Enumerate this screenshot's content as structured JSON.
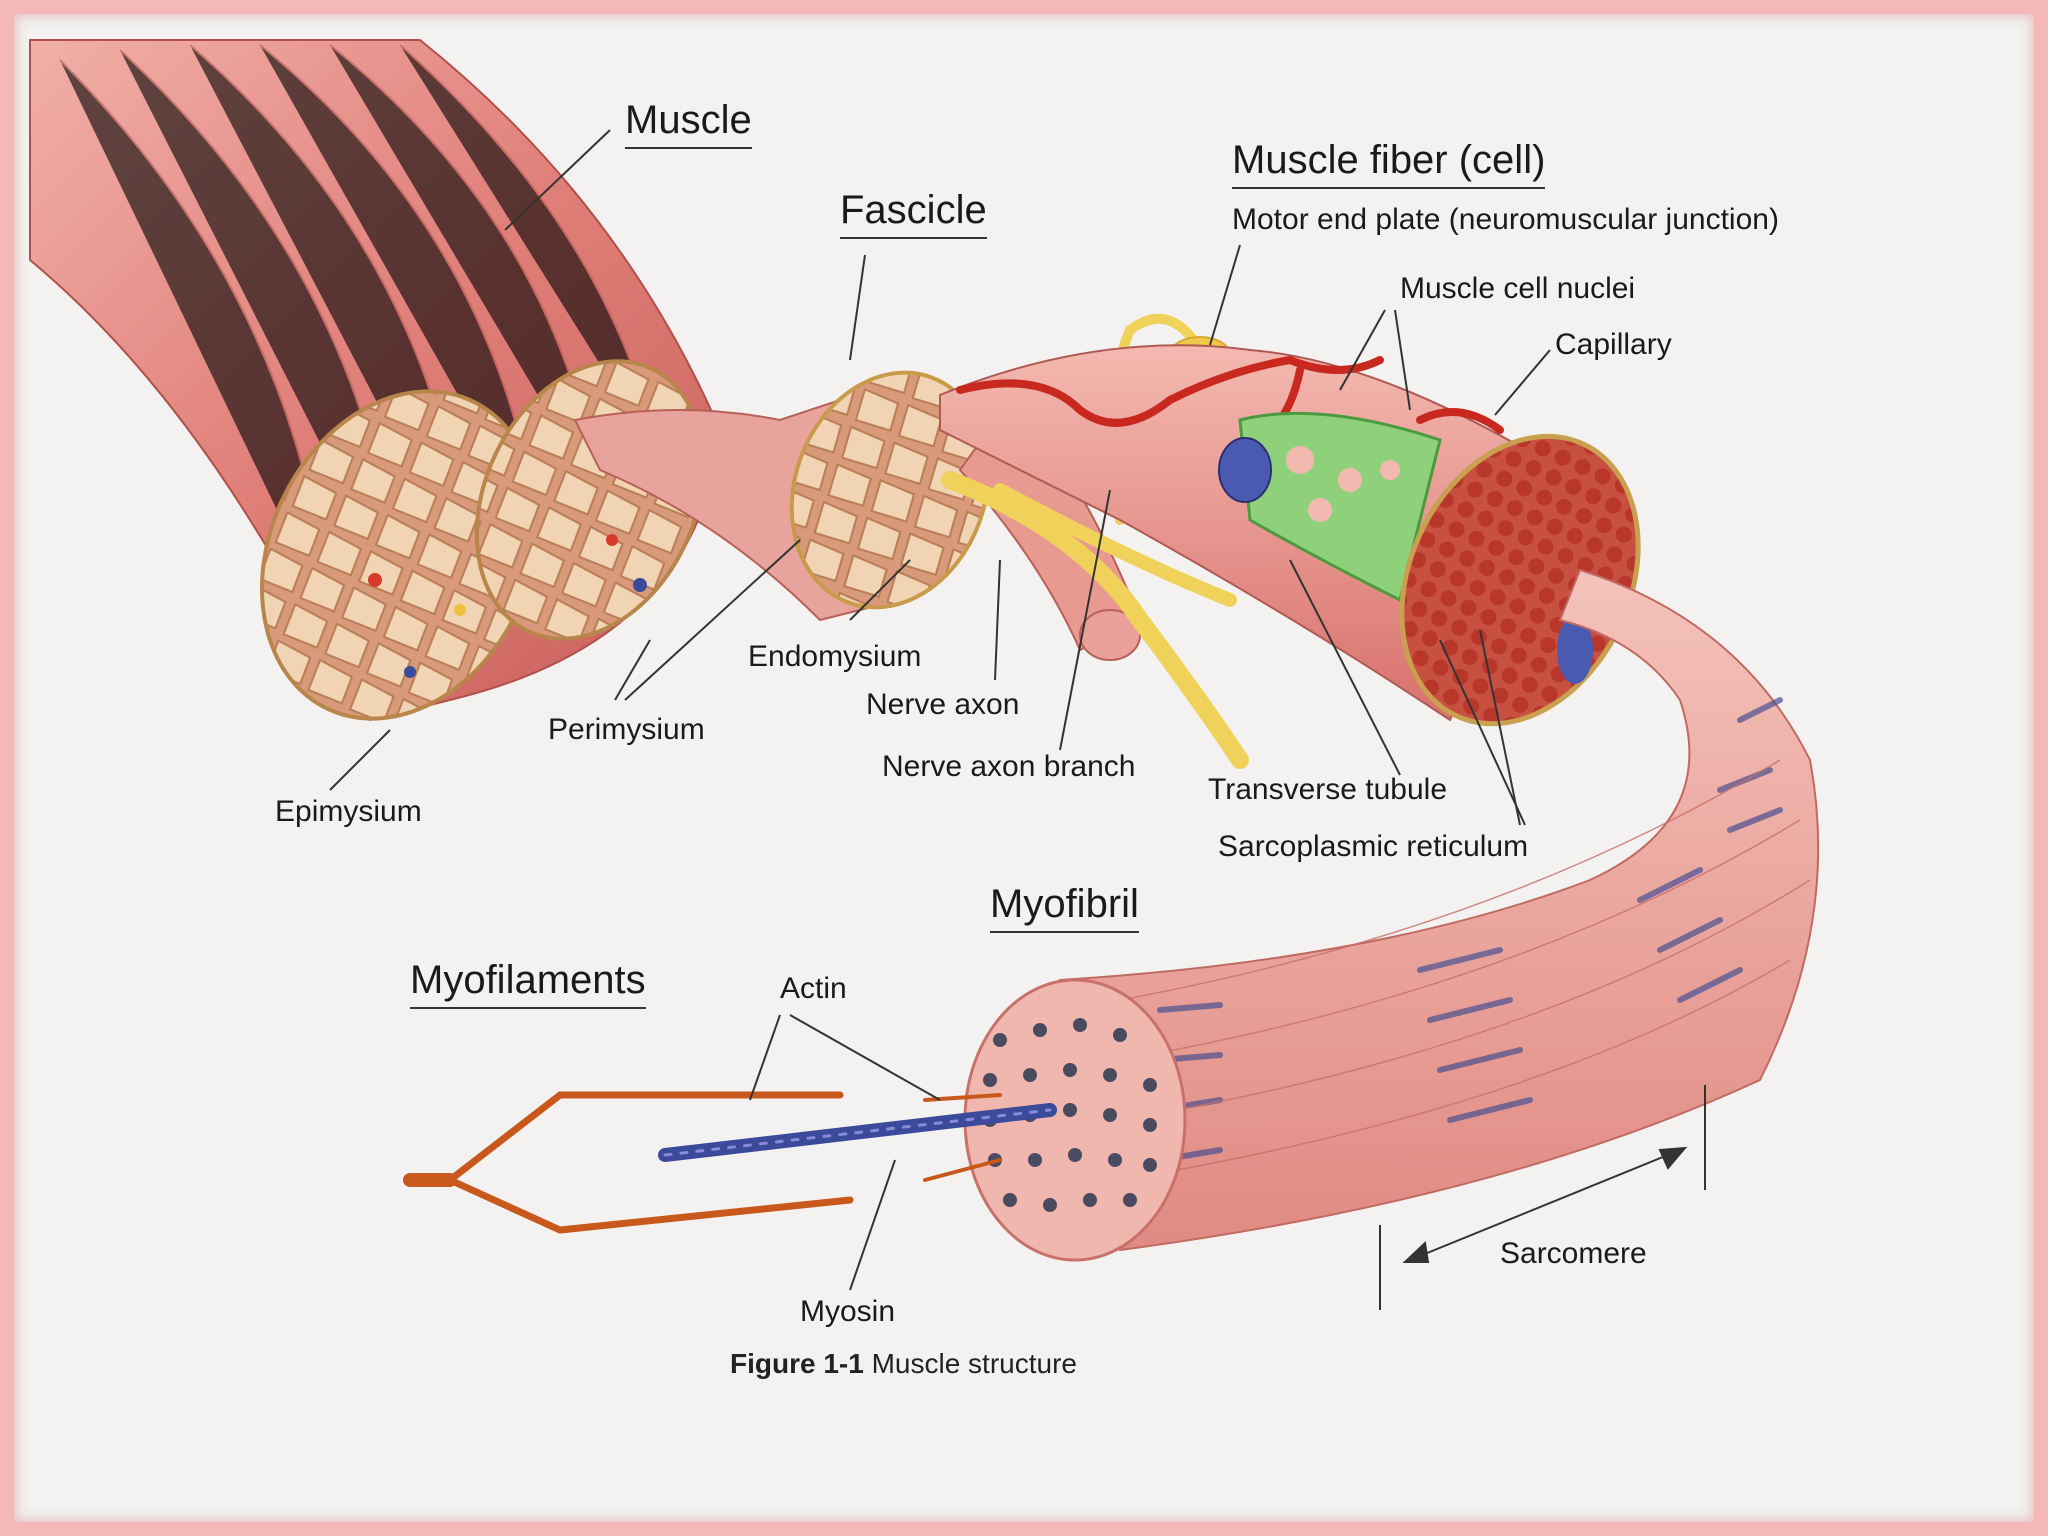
{
  "labels": {
    "muscle": "Muscle",
    "fascicle": "Fascicle",
    "muscle_fiber": "Muscle fiber (cell)",
    "motor_end_plate": "Motor end plate (neuromuscular junction)",
    "muscle_cell_nuclei": "Muscle cell nuclei",
    "capillary": "Capillary",
    "endomysium": "Endomysium",
    "perimysium": "Perimysium",
    "epimysium": "Epimysium",
    "nerve_axon": "Nerve axon",
    "nerve_axon_branch": "Nerve axon branch",
    "transverse_tubule": "Transverse tubule",
    "sarcoplasmic_reticulum": "Sarcoplasmic reticulum",
    "myofibril": "Myofibril",
    "myofilaments": "Myofilaments",
    "actin": "Actin",
    "myosin": "Myosin",
    "sarcomere": "Sarcomere"
  },
  "caption": {
    "prefix": "Figure 1-1",
    "text": " Muscle structure"
  },
  "colors": {
    "border": "#f4b8b8",
    "background": "#f3f2f0",
    "muscle": "#e0857f",
    "fascicle_fill": "#e9c39a",
    "nerve": "#f0d25a",
    "reticulum": "#7cc46a",
    "capillary": "#c8281e",
    "myosin": "#3c4a9c",
    "actin": "#c8581c"
  }
}
